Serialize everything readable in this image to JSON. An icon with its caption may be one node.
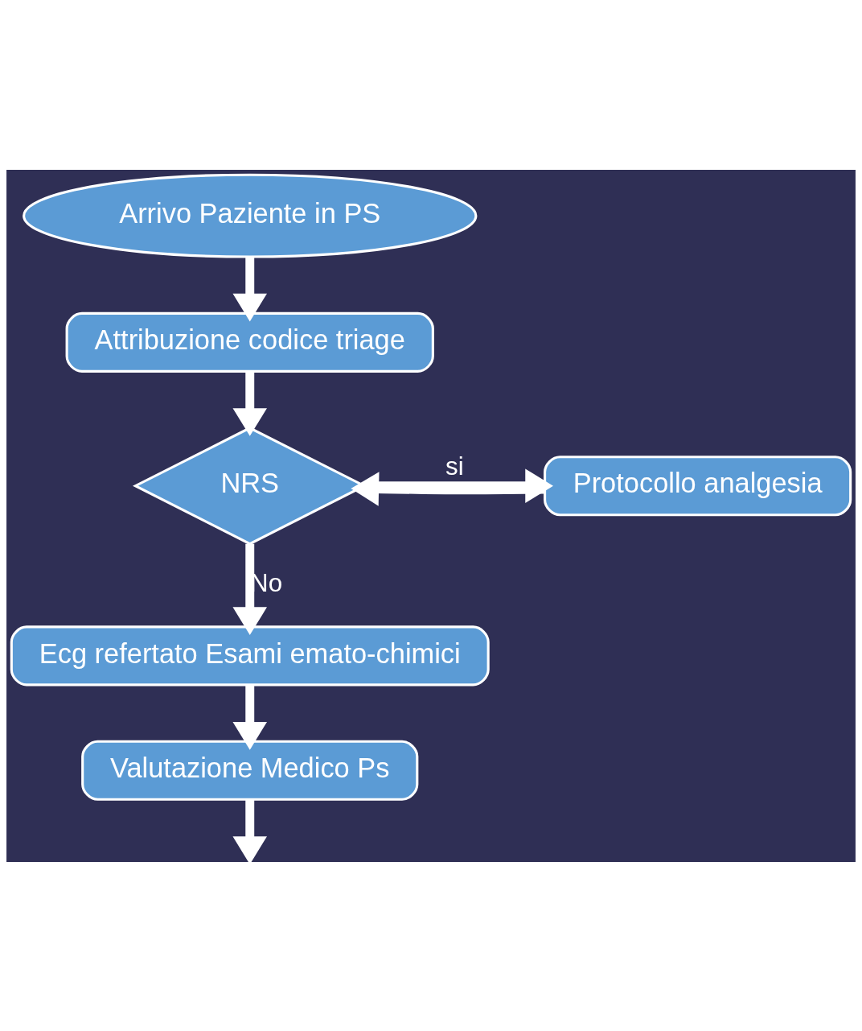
{
  "diagram": {
    "nodes": [
      {
        "text": [
          "Arrivo Paziente in PS"
        ]
      },
      {
        "text": [
          "Attribuzione codice triage"
        ]
      },
      {
        "text": [
          "NRS"
        ]
      },
      {
        "text": [
          "Protocollo analgesia"
        ]
      },
      {
        "text": [
          "Ecg refertato Esami emato-chimici"
        ]
      },
      {
        "text": [
          "Valutazione Medico Ps"
        ]
      }
    ],
    "edges": [
      {
        "from": 0,
        "to": 1,
        "arrow": "to"
      },
      {
        "from": 1,
        "to": 2,
        "arrow": "to"
      },
      {
        "from": 2,
        "to": 3,
        "arrow": "to",
        "label": "si"
      },
      {
        "from": 3,
        "to": 2,
        "arrow": "to"
      },
      {
        "from": 2,
        "to": 4,
        "arrow": "to",
        "label": "No"
      },
      {
        "from": 4,
        "to": 5,
        "arrow": "to"
      },
      {
        "from": 5,
        "to": null,
        "arrow": "to"
      }
    ]
  }
}
